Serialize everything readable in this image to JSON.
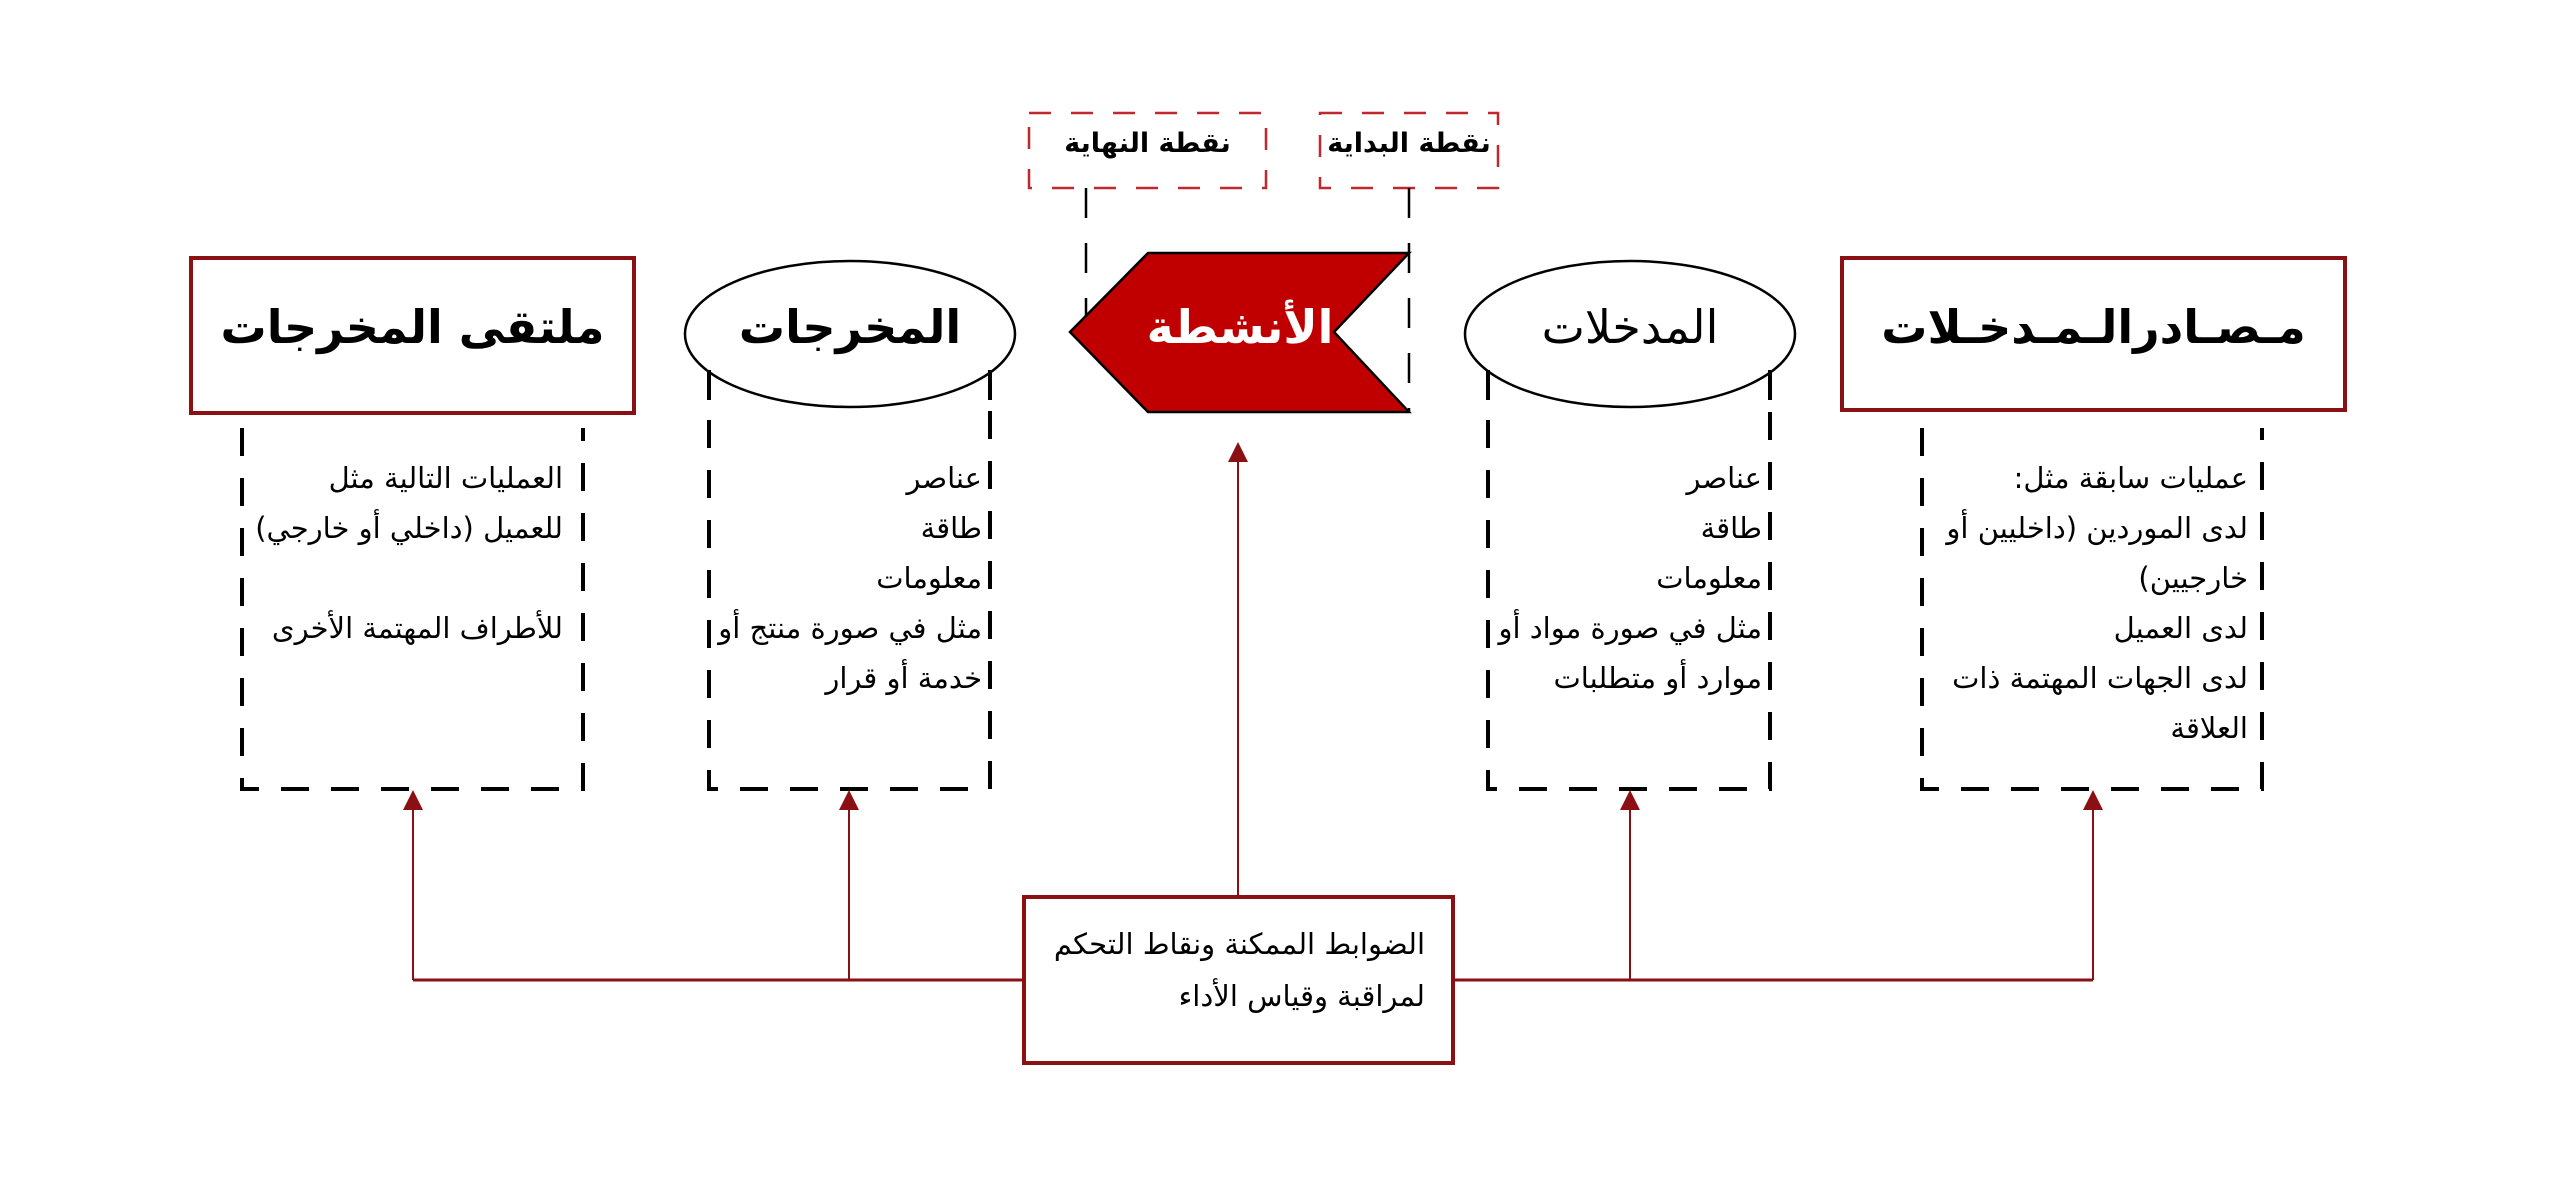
{
  "colors": {
    "accent": "#8b1014",
    "activity_fill": "#c00000",
    "dash_red": "#c0282d",
    "line": "#000000"
  },
  "start_point": "نقطة البداية",
  "end_point": "نقطة النهاية",
  "activities": "الأنشطة",
  "sources": {
    "title": "مـصـادرالـمـدخـلات",
    "lines": [
      "عمليات سابقة مثل:",
      "لدى الموردين (داخليين أو",
      "خارجيين)",
      "لدى العميل",
      "لدى الجهات المهتمة ذات",
      "العلاقة"
    ]
  },
  "inputs": {
    "title": "المدخلات",
    "lines": [
      "عناصر",
      "طاقة",
      "معلومات",
      "مثل في صورة مواد أو",
      "موارد أو متطلبات"
    ]
  },
  "outputs": {
    "title": "المخرجات",
    "lines": [
      "عناصر",
      "طاقة",
      "معلومات",
      "مثل في صورة منتج أو",
      "خدمة أو قرار"
    ]
  },
  "receivers": {
    "title": "ملتقى المخرجات",
    "lines": [
      "العمليات التالية مثل",
      "للعميل (داخلي أو خارجي)",
      "",
      "للأطراف المهتمة الأخرى"
    ]
  },
  "controls": {
    "lines": [
      "الضوابط الممكنة ونقاط التحكم",
      "لمراقبة وقياس الأداء"
    ]
  }
}
